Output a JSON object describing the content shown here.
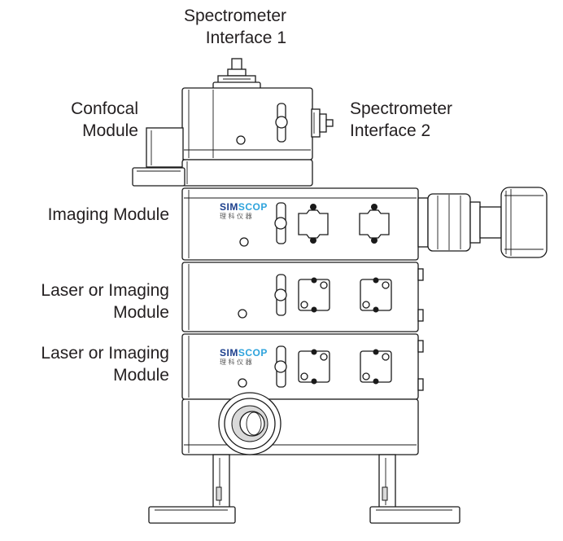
{
  "labels": {
    "spectrometer_interface_1": [
      "Spectrometer",
      "Interface 1"
    ],
    "spectrometer_interface_2": [
      "Spectrometer",
      "Interface 2"
    ],
    "confocal_module": [
      "Confocal",
      "Module"
    ],
    "imaging_module": [
      "Imaging Module"
    ],
    "laser_or_imaging_module_1": [
      "Laser or Imaging",
      "Module"
    ],
    "laser_or_imaging_module_2": [
      "Laser or Imaging",
      "Module"
    ]
  },
  "logo": {
    "brand": "SIMSCOP",
    "brand_first": "SIM",
    "brand_second": "SCOP",
    "subtitle": "理 科 仪 器",
    "brand_color_dark": "#1c3f8c",
    "brand_color_light": "#2ea3dc"
  },
  "colors": {
    "line": "#1a1a1a",
    "text": "#231f20",
    "background": "#ffffff"
  }
}
